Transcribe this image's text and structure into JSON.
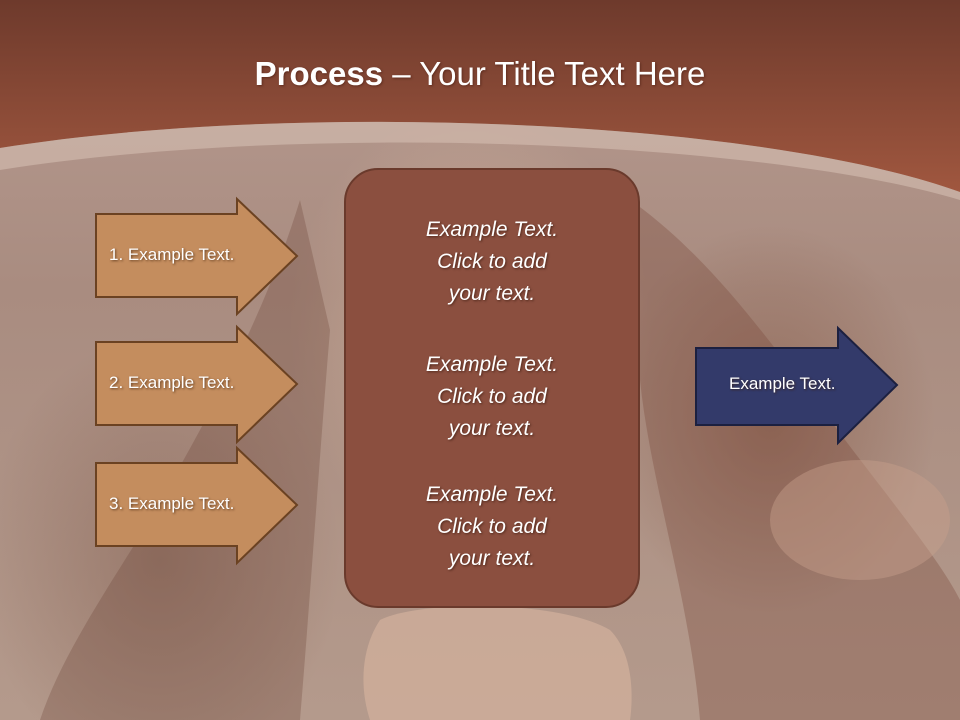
{
  "title": {
    "bold_part": "Process",
    "rest_part": " – Your Title Text Here"
  },
  "steps": [
    {
      "label": "1. Example Text."
    },
    {
      "label": "2. Example Text."
    },
    {
      "label": "3. Example Text."
    }
  ],
  "center_box": {
    "paragraphs": [
      {
        "line1": "Example Text.",
        "line2": "Click  to add",
        "line3": "your text."
      },
      {
        "line1": "Example Text.",
        "line2": "Click  to add",
        "line3": "your text."
      },
      {
        "line1": "Example Text.",
        "line2": "Click  to add",
        "line3": "your text."
      }
    ]
  },
  "output": {
    "label": "Example Text."
  },
  "colors": {
    "header": "#8c4a3b",
    "step_arrow_fill": "#c48d5e",
    "step_arrow_border": "#6b4222",
    "center_box_fill": "#8b4f3f",
    "output_arrow_fill": "#333a6a",
    "output_arrow_border": "#1c2040"
  }
}
